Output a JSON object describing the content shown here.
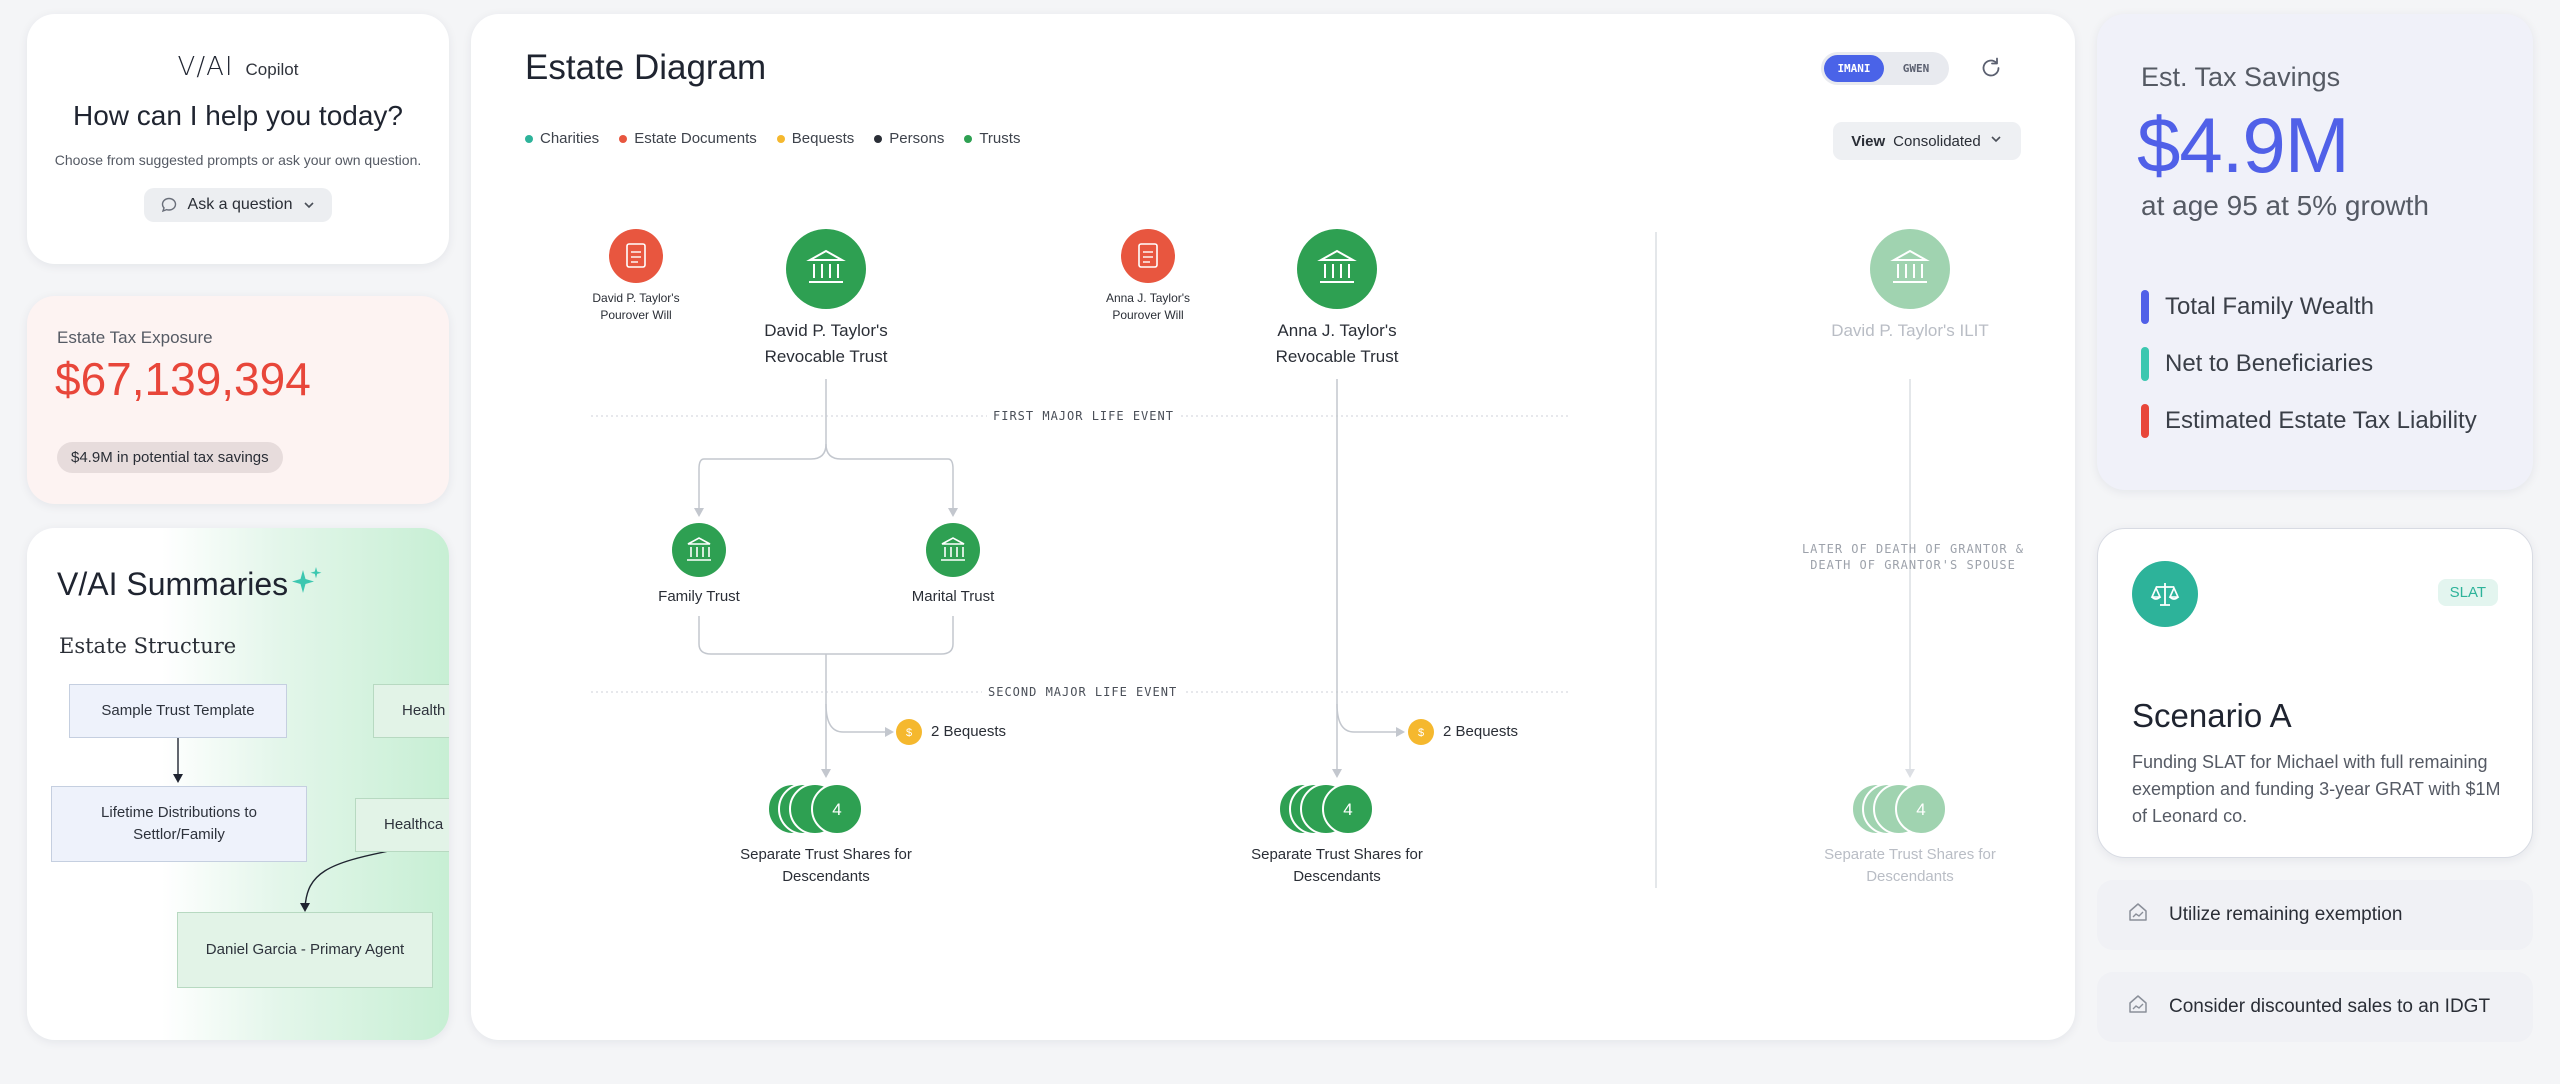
{
  "copilot": {
    "logo": "V/AI",
    "brand": "Copilot",
    "heading": "How can I help you today?",
    "subtitle": "Choose from suggested prompts or ask your own question.",
    "ask_button": "Ask a question"
  },
  "exposure": {
    "label": "Estate Tax Exposure",
    "value": "$67,139,394",
    "pill_value": "$4.9M",
    "pill_text": "in potential tax savings"
  },
  "summaries": {
    "title": "V/AI Summaries",
    "section": "Estate Structure",
    "nodes": {
      "sample_trust": "Sample Trust Template",
      "health": "Health",
      "lifetime": "Lifetime Distributions to Settlor/Family",
      "healthcare": "Healthca",
      "daniel": "Daniel Garcia - Primary Agent"
    }
  },
  "diagram": {
    "title": "Estate Diagram",
    "legend": [
      {
        "label": "Charities",
        "color": "#2db39a"
      },
      {
        "label": "Estate Documents",
        "color": "#e8563f"
      },
      {
        "label": "Bequests",
        "color": "#f5b82e"
      },
      {
        "label": "Persons",
        "color": "#2a2e36"
      },
      {
        "label": "Trusts",
        "color": "#2ea052"
      }
    ],
    "toggle": [
      "IMANI",
      "GWEN"
    ],
    "view_label": "View",
    "view_value": "Consolidated",
    "labels": {
      "david_will": "David P. Taylor's Pourover Will",
      "david_trust": "David P. Taylor's Revocable Trust",
      "anna_will": "Anna J. Taylor's Pourover Will",
      "anna_trust": "Anna J. Taylor's Revocable Trust",
      "ilit": "David P. Taylor's ILIT",
      "family_trust": "Family Trust",
      "marital_trust": "Marital Trust",
      "bequests_1": "2 Bequests",
      "bequests_2": "2 Bequests",
      "shares_1": "Separate Trust Shares for Descendants",
      "shares_2": "Separate Trust Shares for Descendants",
      "shares_3": "Separate Trust Shares for Descendants",
      "shares_count": "4",
      "shares_count_2": "4",
      "shares_count_3": "4"
    },
    "events": {
      "first": "FIRST MAJOR LIFE EVENT",
      "second": "SECOND MAJOR LIFE EVENT",
      "later": "LATER OF DEATH OF GRANTOR & DEATH OF GRANTOR'S SPOUSE"
    }
  },
  "savings": {
    "label": "Est. Tax Savings",
    "value": "$4.9M",
    "subtitle": "at age 95 at 5% growth",
    "metrics": [
      {
        "label": "Total Family Wealth",
        "color": "#5060e8"
      },
      {
        "label": "Net to Beneficiaries",
        "color": "#3cc7b0"
      },
      {
        "label": "Estimated Estate Tax Liability",
        "color": "#e8463a"
      }
    ]
  },
  "scenario": {
    "tag": "SLAT",
    "title": "Scenario A",
    "description": "Funding SLAT for Michael with full remaining exemption and funding 3-year GRAT with $1M of Leonard co."
  },
  "actions": [
    {
      "label": "Utilize remaining exemption"
    },
    {
      "label": "Consider discounted sales to an IDGT"
    }
  ]
}
